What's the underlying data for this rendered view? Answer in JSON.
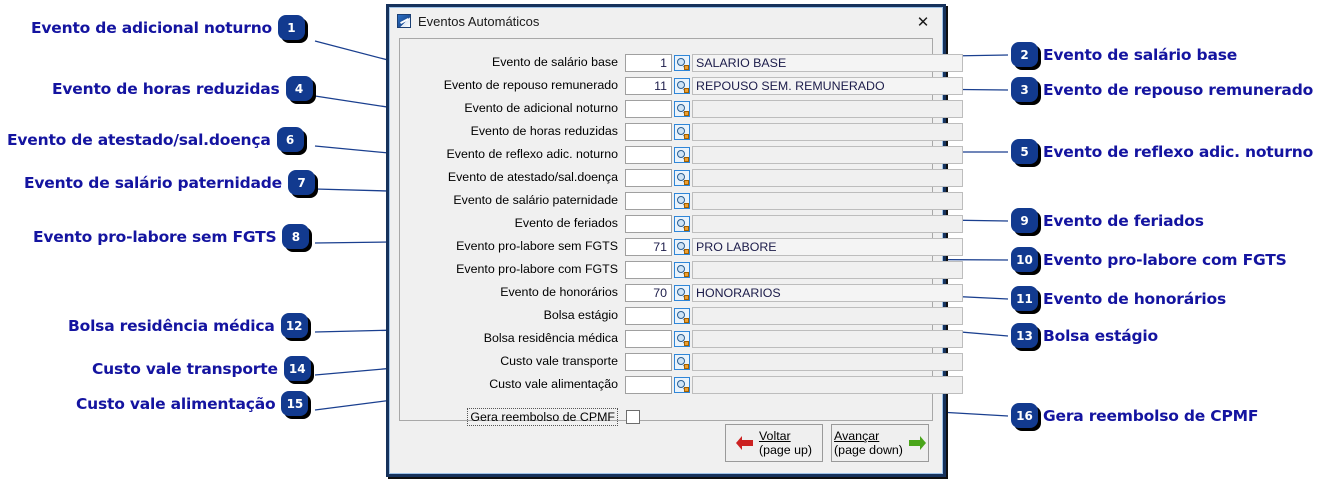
{
  "window": {
    "title": "Eventos Automáticos",
    "icon": "app-icon",
    "close_label": "✕"
  },
  "form": {
    "rows": [
      {
        "label": "Evento de salário base",
        "code": "1",
        "desc": "SALARIO BASE"
      },
      {
        "label": "Evento de repouso remunerado",
        "code": "11",
        "desc": "REPOUSO SEM. REMUNERADO"
      },
      {
        "label": "Evento de adicional noturno",
        "code": "",
        "desc": ""
      },
      {
        "label": "Evento de horas reduzidas",
        "code": "",
        "desc": ""
      },
      {
        "label": "Evento de reflexo adic. noturno",
        "code": "",
        "desc": ""
      },
      {
        "label": "Evento de atestado/sal.doença",
        "code": "",
        "desc": ""
      },
      {
        "label": "Evento de salário paternidade",
        "code": "",
        "desc": ""
      },
      {
        "label": "Evento de feriados",
        "code": "",
        "desc": ""
      },
      {
        "label": "Evento pro-labore sem FGTS",
        "code": "71",
        "desc": "PRO LABORE"
      },
      {
        "label": "Evento pro-labore com FGTS",
        "code": "",
        "desc": ""
      },
      {
        "label": "Evento de honorários",
        "code": "70",
        "desc": "HONORARIOS"
      },
      {
        "label": "Bolsa estágio",
        "code": "",
        "desc": ""
      },
      {
        "label": "Bolsa residência médica",
        "code": "",
        "desc": ""
      },
      {
        "label": "Custo vale transporte",
        "code": "",
        "desc": ""
      },
      {
        "label": "Custo vale alimentação",
        "code": "",
        "desc": ""
      }
    ],
    "checkbox": {
      "label": "Gera reembolso de CPMF",
      "checked": false
    }
  },
  "buttons": {
    "back": {
      "line1": "Voltar",
      "line2": "(page up)",
      "icon": "left-arrow-icon"
    },
    "forward": {
      "line1": "Avançar",
      "line2": "(page down)",
      "icon": "right-arrow-icon"
    }
  },
  "annotations": {
    "accent_color": "#1414a0",
    "badge_color": "#123a8f",
    "left": [
      {
        "num": "1",
        "text": "Evento de adicional noturno"
      },
      {
        "num": "4",
        "text": "Evento de horas reduzidas"
      },
      {
        "num": "6",
        "text": "Evento de atestado/sal.doença"
      },
      {
        "num": "7",
        "text": "Evento de salário paternidade"
      },
      {
        "num": "8",
        "text": "Evento pro-labore sem FGTS"
      },
      {
        "num": "12",
        "text": "Bolsa residência médica"
      },
      {
        "num": "14",
        "text": "Custo vale transporte"
      },
      {
        "num": "15",
        "text": "Custo vale alimentação"
      }
    ],
    "right": [
      {
        "num": "2",
        "text": "Evento de salário base"
      },
      {
        "num": "3",
        "text": "Evento de repouso remunerado"
      },
      {
        "num": "5",
        "text": "Evento de reflexo adic. noturno"
      },
      {
        "num": "9",
        "text": "Evento de feriados"
      },
      {
        "num": "10",
        "text": "Evento pro-labore com FGTS"
      },
      {
        "num": "11",
        "text": "Evento de honorários"
      },
      {
        "num": "13",
        "text": "Bolsa estágio"
      },
      {
        "num": "16",
        "text": "Gera reembolso de CPMF"
      }
    ]
  }
}
